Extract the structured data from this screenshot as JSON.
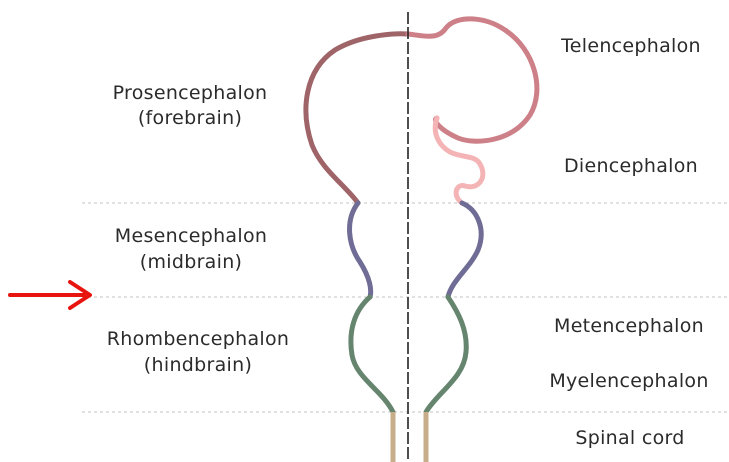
{
  "diagram": {
    "left_labels": {
      "prosencephalon": "Prosencephalon",
      "forebrain": "(forebrain)",
      "mesencephalon": "Mesencephalon",
      "midbrain": "(midbrain)",
      "rhombencephalon": "Rhombencephalon",
      "hindbrain": "(hindbrain)"
    },
    "right_labels": {
      "telencephalon": "Telencephalon",
      "diencephalon": "Diencephalon",
      "metencephalon": "Metencephalon",
      "myelencephalon": "Myelencephalon",
      "spinal_cord": "Spinal cord"
    },
    "colors": {
      "prosencephalon": "#9e6468",
      "telencephalon": "#cd8088",
      "diencephalon": "#f4b4b6",
      "mesencephalon": "#6f6c96",
      "rhombencephalon": "#66856e",
      "spinal_cord": "#c8ad8b",
      "arrow": "#e8140e",
      "divider": "#cfcfcf",
      "midline": "#222222"
    }
  }
}
